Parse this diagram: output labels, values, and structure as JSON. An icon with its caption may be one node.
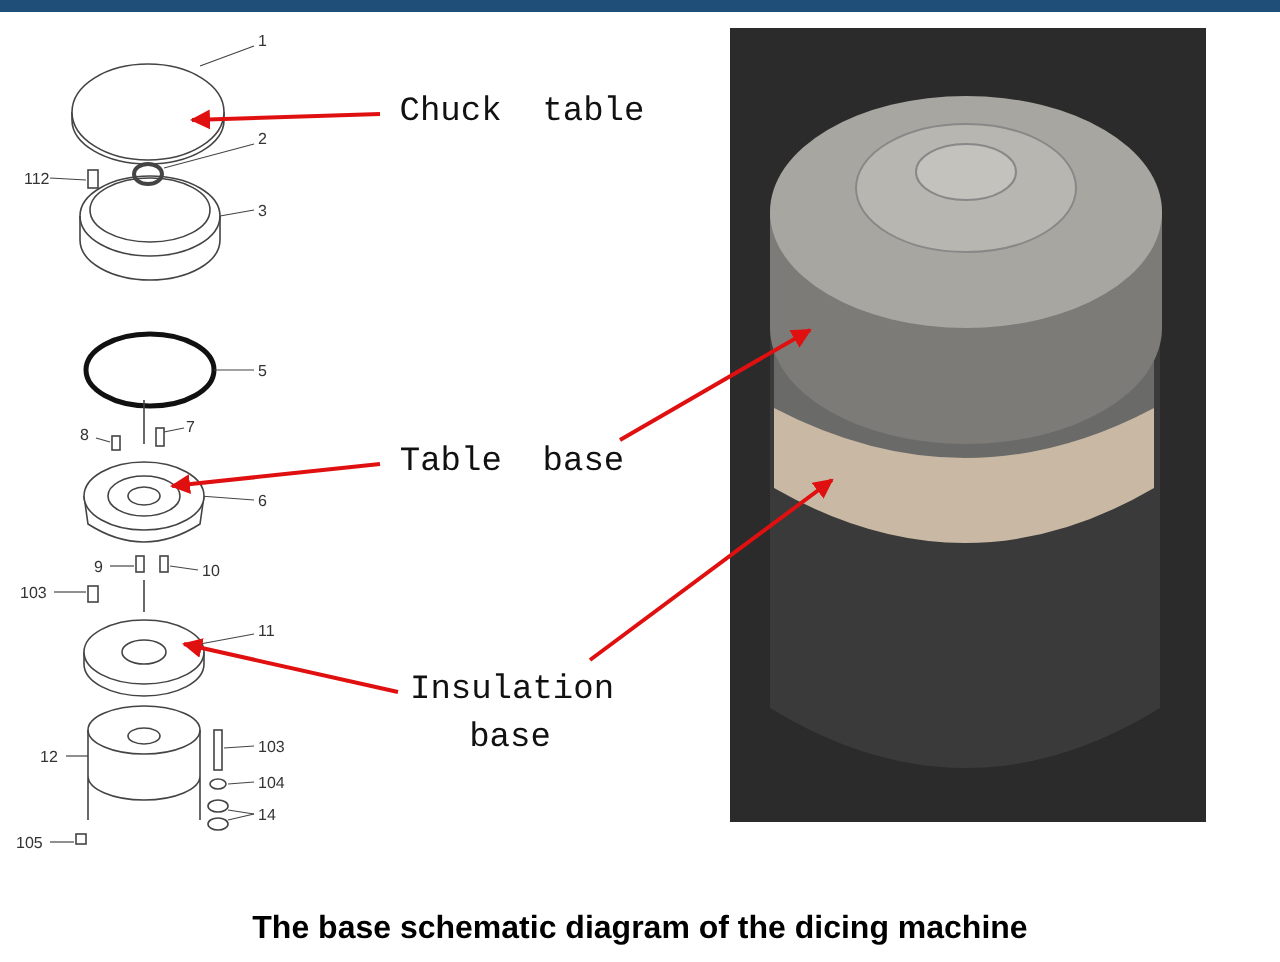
{
  "diagram": {
    "caption": "The base schematic diagram of the dicing machine",
    "nodes": [
      {
        "text": [
          "Chuck  table"
        ]
      },
      {
        "text": [
          "Table  base"
        ]
      },
      {
        "text": [
          "Insulation base"
        ]
      },
      {
        "text": [],
        "shape": "picture"
      },
      {
        "text": [],
        "shape": "picture"
      },
      {
        "text": [],
        "shape": "picture"
      },
      {
        "text": [],
        "shape": "picture"
      }
    ],
    "edges": [
      {
        "from": 0,
        "to": 3,
        "arrow": "to"
      },
      {
        "from": 1,
        "to": 4,
        "arrow": "to"
      },
      {
        "from": 1,
        "to": 6,
        "arrow": "to"
      },
      {
        "from": 2,
        "to": 5,
        "arrow": "to"
      },
      {
        "from": 2,
        "to": 6,
        "arrow": "to"
      }
    ],
    "labels": [
      "1",
      "2",
      "112",
      "3",
      "5",
      "8",
      "7",
      "6",
      "9",
      "10",
      "103",
      "11",
      "12",
      "103",
      "104",
      "14",
      "105"
    ]
  }
}
